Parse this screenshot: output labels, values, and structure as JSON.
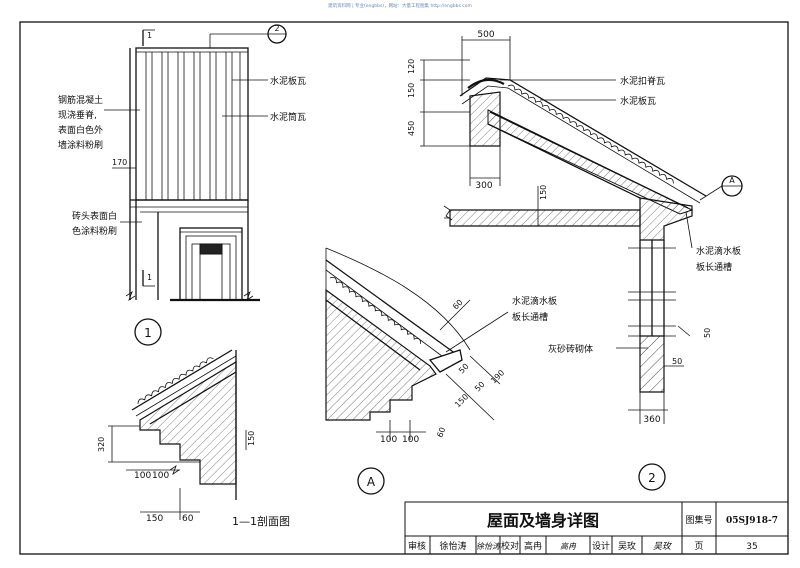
{
  "header": {
    "watermark": "建筑资料网 | 专业(engbbs)，网站：大量工程图集 http://engbbs.com"
  },
  "drawing_1": {
    "label_cement_tile": "水泥板瓦",
    "label_cement_tube_tile": "水泥筒瓦",
    "label_concrete_ridge_line1": "钢筋混凝土",
    "label_concrete_ridge_line2": "现浇垂脊,",
    "label_concrete_ridge_line3": "表面白色外",
    "label_concrete_ridge_line4": "墙涂料粉刷",
    "label_head_line1": "砖头表面白",
    "label_head_line2": "色涂料粉刷",
    "dim_170": "170",
    "section_mark_top": "1",
    "section_mark_bottom": "1",
    "callout_ref": "2",
    "number": "1"
  },
  "drawing_2": {
    "label_ridge_tile": "水泥扣脊瓦",
    "label_board_tile": "水泥板瓦",
    "label_drip_board_line1": "水泥滴水板",
    "label_drip_board_line2": "板长通槽",
    "label_masonry": "灰砂砖砌体",
    "dim_500": "500",
    "dim_120": "120",
    "dim_150": "150",
    "dim_450": "450",
    "dim_300": "300",
    "dim_150_slab": "150",
    "dim_50_a": "50",
    "dim_50_b": "50",
    "dim_360": "360",
    "callout_A": "A",
    "number": "2"
  },
  "drawing_A": {
    "label_drip_board_line1": "水泥滴水板",
    "label_drip_board_line2": "板长通槽",
    "dim_60_top": "60",
    "dim_50": "50",
    "dim_190": "190",
    "dim_150": "150",
    "dim_50_b": "50",
    "dim_60_bottom": "60",
    "dim_100_a": "100",
    "dim_100_b": "100",
    "number": "A"
  },
  "drawing_section": {
    "dim_320": "320",
    "dim_150_right": "150",
    "dim_100_a": "100",
    "dim_100_b": "100",
    "dim_150_bottom": "150",
    "dim_60_bottom": "60",
    "title": "1—1剖面图"
  },
  "title_block": {
    "title": "屋面及墙身详图",
    "atlas_label": "图集号",
    "atlas_no": "05SJ918-7",
    "review_label": "审核",
    "review_name": "徐怡涛",
    "review_sign": "徐怡涛",
    "check_label": "校对",
    "check_name": "高冉",
    "check_sign": "高冉",
    "design_label": "设计",
    "design_name": "吴玫",
    "design_sign": "吴玫",
    "page_label": "页",
    "page_no": "35"
  }
}
